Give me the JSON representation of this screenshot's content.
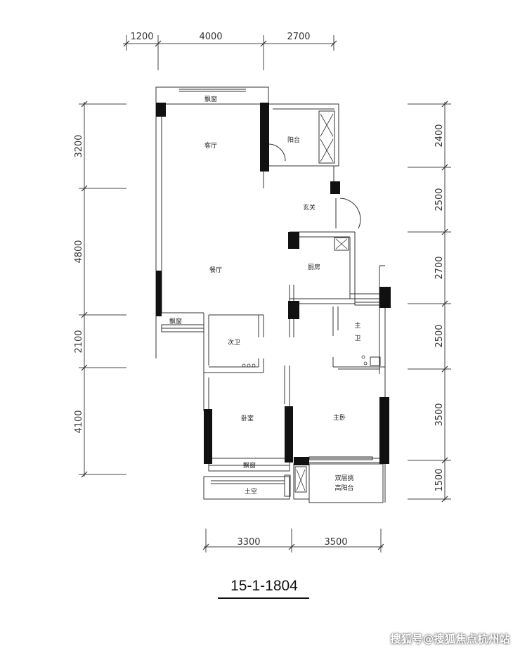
{
  "rooms": {
    "bay_window_top": "飘窗",
    "living_room": "客厅",
    "balcony": "阳台",
    "entrance": "玄关",
    "kitchen": "厨房",
    "dining_room": "餐厅",
    "bay_window_left": "飘窗",
    "second_bath": "次卫",
    "master_bath_line1": "主",
    "master_bath_line2": "卫",
    "bedroom": "卧室",
    "master_bedroom": "主卧",
    "bay_window_bottom": "飘窗",
    "ac_platform": "土空",
    "double_balcony_line1": "双层挑",
    "double_balcony_line2": "高阳台"
  },
  "dimensions": {
    "top": [
      "1200",
      "4000",
      "2700"
    ],
    "left": [
      "3200",
      "4800",
      "2100",
      "4100"
    ],
    "right": [
      "2400",
      "2500",
      "2700",
      "2500",
      "3500",
      "1500"
    ],
    "bottom": [
      "3300",
      "3500"
    ]
  },
  "unit_label": "15-1-1804",
  "watermark": "搜狐号@搜狐焦点杭州站"
}
